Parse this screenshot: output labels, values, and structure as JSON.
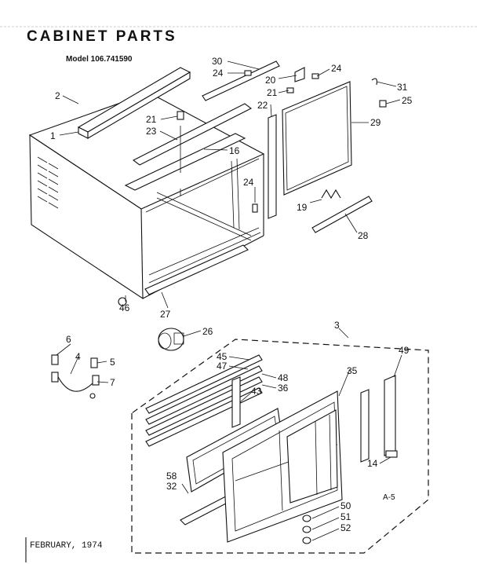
{
  "header": {
    "title": "CABINET PARTS",
    "model": "Model 106.741590"
  },
  "footer": {
    "date": "FEBRUARY, 1974",
    "sheet": "A-5"
  },
  "callouts": {
    "p1": "1",
    "p2": "2",
    "p3": "3",
    "p4": "4",
    "p5": "5",
    "p6": "6",
    "p7": "7",
    "p14": "14",
    "p16": "16",
    "p19": "19",
    "p20": "20",
    "p21a": "21",
    "p21b": "21",
    "p22": "22",
    "p23": "23",
    "p24a": "24",
    "p24b": "24",
    "p24c": "24",
    "p25": "25",
    "p26": "26",
    "p27": "27",
    "p28": "28",
    "p29": "29",
    "p30": "30",
    "p31": "31",
    "p32": "32",
    "p35": "35",
    "p36": "36",
    "p43": "43",
    "p45": "45",
    "p46": "46",
    "p47": "47",
    "p48": "48",
    "p49": "49",
    "p50": "50",
    "p51": "51",
    "p52": "52",
    "p58": "58"
  }
}
